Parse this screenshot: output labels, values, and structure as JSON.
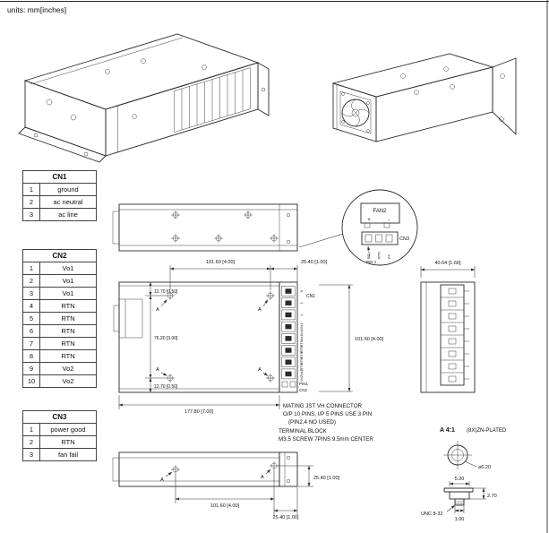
{
  "page": {
    "units_label": "units: mm[inches]"
  },
  "tables": {
    "cn1": {
      "title": "CN1",
      "rows": [
        [
          "1",
          "ground"
        ],
        [
          "2",
          "ac neutral"
        ],
        [
          "3",
          "ac line"
        ]
      ]
    },
    "cn2": {
      "title": "CN2",
      "rows": [
        [
          "1",
          "Vo1"
        ],
        [
          "2",
          "Vo1"
        ],
        [
          "3",
          "Vo1"
        ],
        [
          "4",
          "RTN"
        ],
        [
          "5",
          "RTN"
        ],
        [
          "6",
          "RTN"
        ],
        [
          "7",
          "RTN"
        ],
        [
          "8",
          "RTN"
        ],
        [
          "9",
          "Vo2"
        ],
        [
          "10",
          "Vo2"
        ]
      ]
    },
    "cn3": {
      "title": "CN3",
      "rows": [
        [
          "1",
          "power good"
        ],
        [
          "2",
          "RTN"
        ],
        [
          "3",
          "fan fail"
        ]
      ]
    }
  },
  "front_view": {
    "dim_top_width": "101.60 [4.00]",
    "dim_top_right": "25.40 [1.00]",
    "dim_left_top": "12.70 [0.50]",
    "dim_left_mid": "76.20 [3.00]",
    "dim_left_bottom": "12.70 [0.50]",
    "dim_bottom": "177.80 [7.00]",
    "dim_right_height": "101.60 [4.00]",
    "cn1_label": "CN1",
    "cn2_label": "CN2",
    "pin1_label": "PIN1",
    "cn1_pins": [
      "N",
      "⏚",
      "L"
    ],
    "cn2_pins": [
      "Vo1",
      "Vo1",
      "Vo1",
      "RTN",
      "RTN",
      "RTN",
      "RTN",
      "RTN",
      "Vo2",
      "Vo2"
    ],
    "callout_letter": "A"
  },
  "side_view": {
    "dim_width": "40.64 [1.60]"
  },
  "fan_detail": {
    "fan_label": "FAN2",
    "plus_label": "+",
    "minus_label": "-",
    "pin_labels": [
      "PG",
      "RTN",
      "FF"
    ],
    "cn3_label": "CN3",
    "pin1_label": "PIN 1"
  },
  "notes": {
    "mating_line1": "MATING JST VH CONNECTOR",
    "mating_line2": "O/P 10 PINS, I/P 5 PINS USE 3 PIN",
    "mating_line3": "(PIN2,4 NO USED)",
    "terminal_line1": "TERMINAL BLOCK",
    "terminal_line2": "M3.5 SCREW 7PINS 9.5mm CENTER"
  },
  "detail_a": {
    "title": "A 4:1",
    "plating_note": "(8X)ZN-PLATED",
    "dim_diameter": "⌀6.20",
    "dim_width": "5.20",
    "dim_height": "2.70",
    "thread_label": "UNC 8-32",
    "dim_stud": "1.00"
  },
  "bottom_view": {
    "dim_right": "25.40 [1.00]",
    "dim_bottom_center": "101.60 [4.00]",
    "dim_bottom_right": "25.40 [1.00]",
    "callout_letter": "A"
  }
}
